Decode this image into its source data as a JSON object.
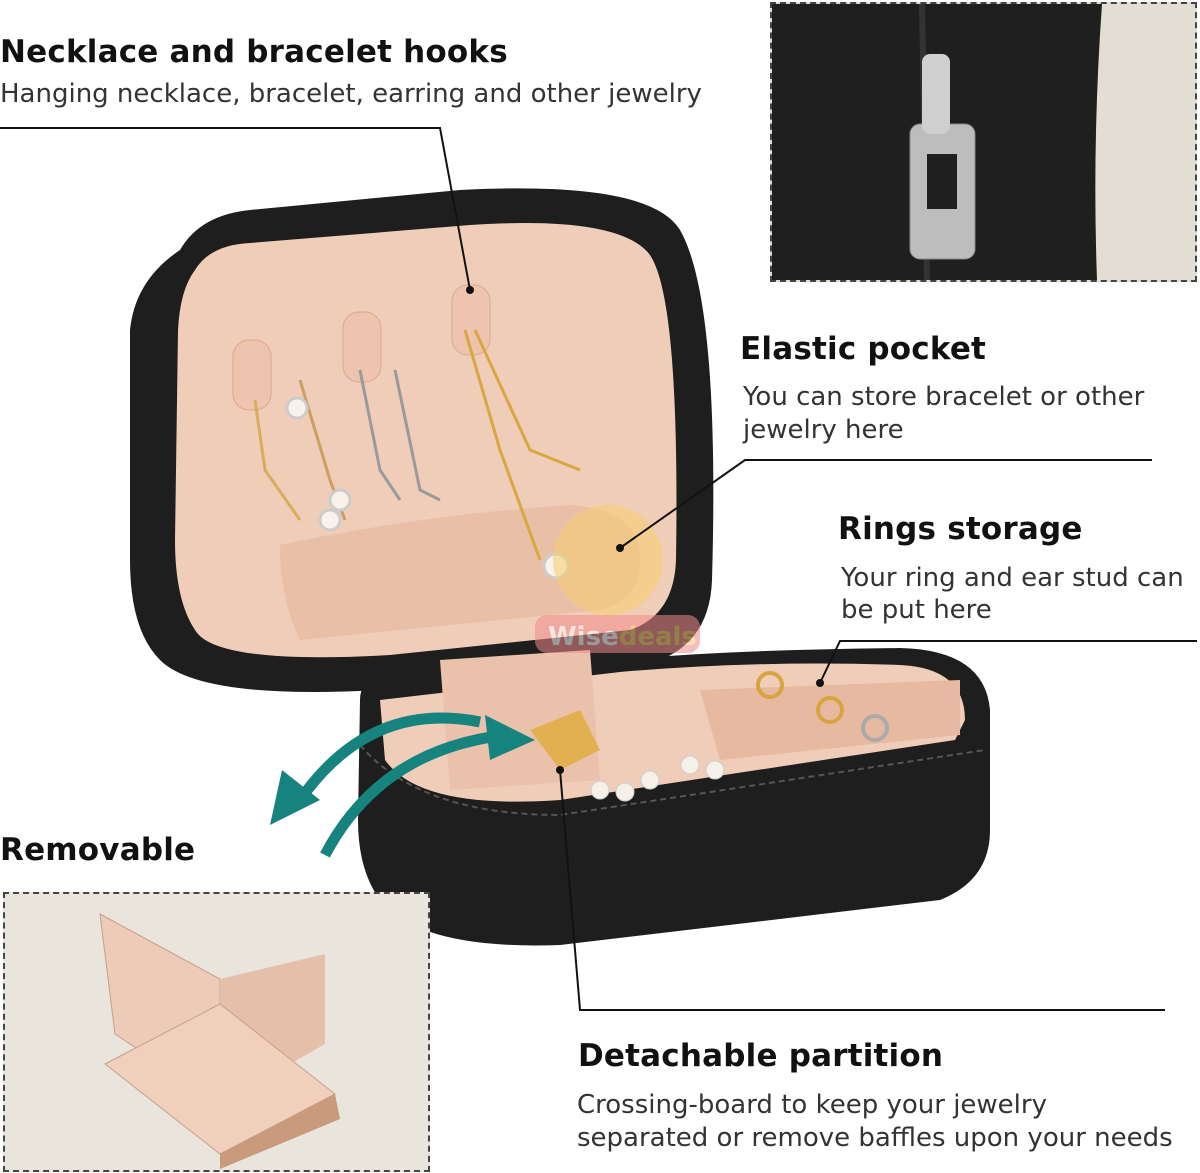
{
  "features": [
    {
      "title": "Necklace and bracelet hooks",
      "description": [
        "Hanging necklace, bracelet, earring and other jewelry"
      ]
    },
    {
      "title": "Elastic pocket",
      "description": [
        "You can store bracelet or other",
        "jewelry here"
      ]
    },
    {
      "title": "Rings storage",
      "description": [
        "Your ring and ear stud can",
        "be put here"
      ]
    },
    {
      "title": "Removable",
      "description": []
    },
    {
      "title": "Detachable partition",
      "description": [
        "Crossing-board to keep your jewelry",
        "separated or remove baffles upon your needs"
      ]
    }
  ],
  "watermark": "Wisedeals",
  "colors": {
    "case": "#1e1e1e",
    "lining": "#f0cdb9",
    "arrow": "#16837f",
    "inset_bg": "#eae5dc"
  }
}
